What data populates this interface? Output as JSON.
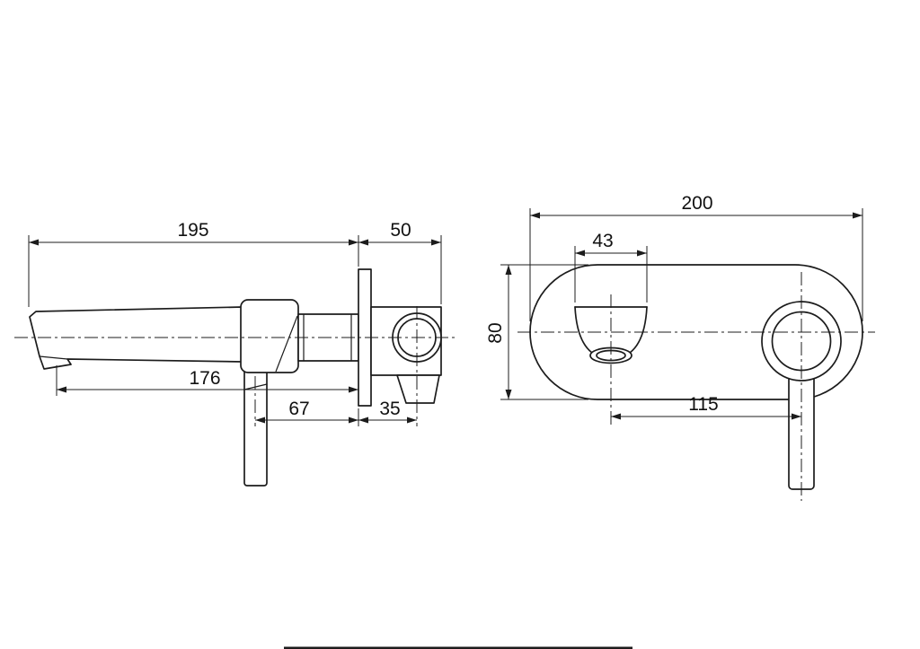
{
  "drawing": {
    "kind": "faucet installation dimension drawing, two orthographic views",
    "colors": {
      "background": "#ffffff",
      "line": "#1c1c1c"
    },
    "views": {
      "side": {
        "dims": {
          "d195": "195",
          "d50": "50",
          "d176": "176",
          "d67": "67",
          "d35": "35"
        }
      },
      "front": {
        "dims": {
          "d200": "200",
          "d43": "43",
          "d80": "80",
          "d115": "115"
        }
      }
    }
  }
}
